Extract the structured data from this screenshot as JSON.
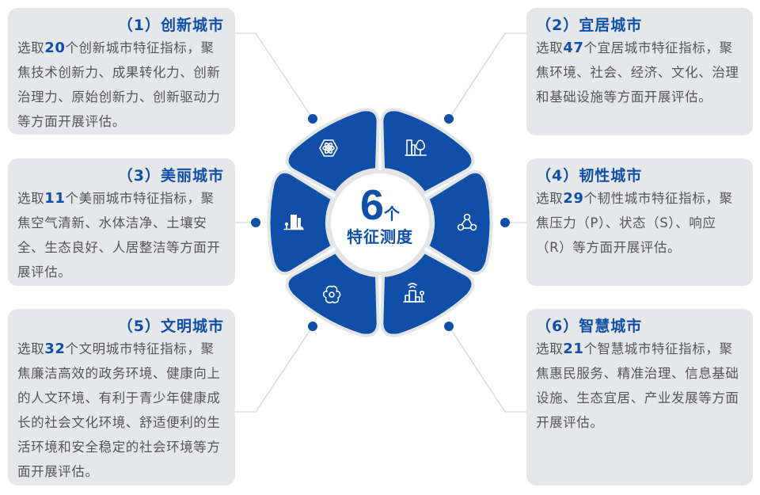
{
  "center": {
    "count": "6",
    "unit": "个",
    "label": "特征测度"
  },
  "colors": {
    "brand_blue": "#0f4fa8",
    "card_bg": "#e6e7e9",
    "body_text": "#555659",
    "connector": "#dcdddf"
  },
  "cards": [
    {
      "title": "（1）创新城市",
      "prefix": "选取",
      "count": "20",
      "text": "个创新城市特征指标，聚焦技术创新力、成果转化力、创新治理力、原始创新力、创新驱动力等方面开展评估。",
      "icon": "atom-hexagon-icon"
    },
    {
      "title": "（2）宜居城市",
      "prefix": "选取",
      "count": "47",
      "text": "个宜居城市特征指标，聚焦环境、社会、经济、文化、治理和基础设施等方面开展评估。",
      "icon": "building-tree-icon"
    },
    {
      "title": "（3）美丽城市",
      "prefix": "选取",
      "count": "11",
      "text": "个美丽城市特征指标，聚焦空气清新、水体洁净、土壤安全、生态良好、人居整洁等方面开展评估。",
      "icon": "city-building-icon"
    },
    {
      "title": "（4）韧性城市",
      "prefix": "选取",
      "count": "29",
      "text": "个韧性城市特征指标，聚焦压力（P）、状态（S）、响应（R）等方面开展评估。",
      "icon": "network-nodes-icon"
    },
    {
      "title": "（5）文明城市",
      "prefix": "选取",
      "count": "32",
      "text": "个文明城市特征指标，聚焦廉洁高效的政务环境、健康向上的人文环境、有利于青少年健康成长的社会文化环境、舒适便利的生活环境和安全稳定的社会环境等方面开展评估。",
      "icon": "flower-icon"
    },
    {
      "title": "（6）智慧城市",
      "prefix": "选取",
      "count": "21",
      "text": "个智慧城市特征指标，聚焦惠民服务、精准治理、信息基础设施、生态宜居、产业发展等方面开展评估。",
      "icon": "smart-city-icon"
    }
  ]
}
